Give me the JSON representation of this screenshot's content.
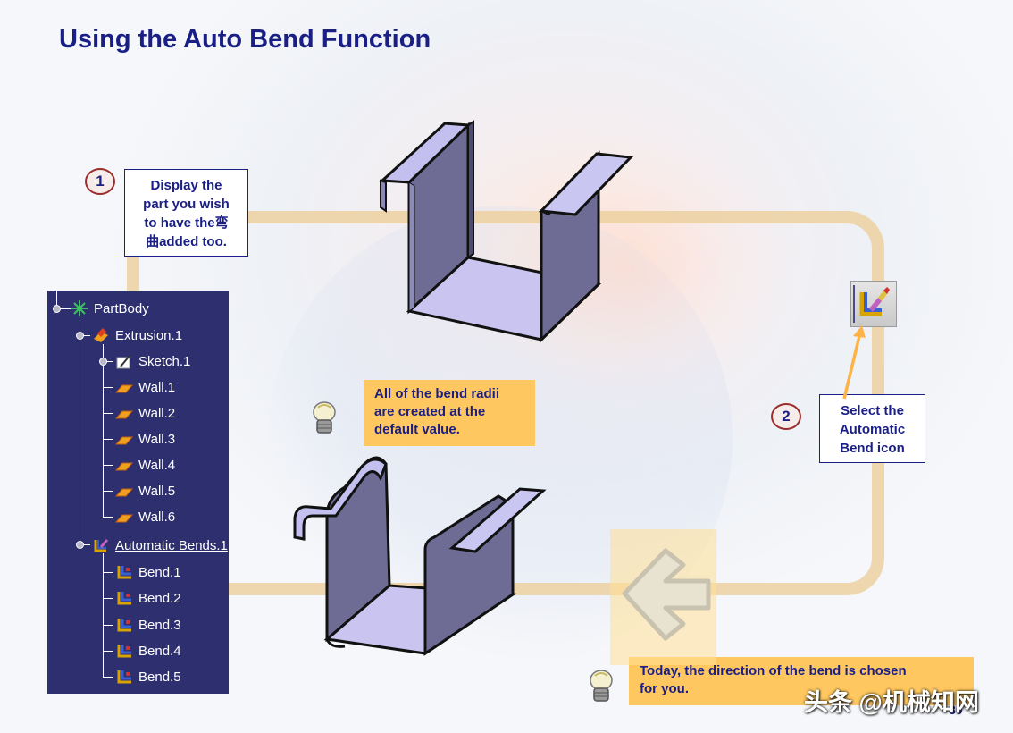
{
  "slide": {
    "title": "Using the Auto Bend Function",
    "page_number": "30",
    "watermark": "头条 @机械知网"
  },
  "steps": [
    {
      "number": "1",
      "lines": [
        "Display  the",
        "part you wish",
        "to have  the弯",
        "曲added  too."
      ]
    },
    {
      "number": "2",
      "lines": [
        "Select  the",
        "Automatic",
        "Bend icon"
      ]
    }
  ],
  "notes": {
    "radii": [
      "All  of the bend  radii",
      "are created  at the",
      "default  value."
    ],
    "direction": [
      "Today, the direction  of the bend  is chosen",
      "for you."
    ]
  },
  "tree": {
    "items": [
      {
        "label": "PartBody",
        "icon": "partbody-icon"
      },
      {
        "label": "Extrusion.1",
        "icon": "extrusion-icon"
      },
      {
        "label": "Sketch.1",
        "icon": "sketch-icon"
      },
      {
        "label": "Wall.1",
        "icon": "wall-icon"
      },
      {
        "label": "Wall.2",
        "icon": "wall-icon"
      },
      {
        "label": "Wall.3",
        "icon": "wall-icon"
      },
      {
        "label": "Wall.4",
        "icon": "wall-icon"
      },
      {
        "label": "Wall.5",
        "icon": "wall-icon"
      },
      {
        "label": "Wall.6",
        "icon": "wall-icon"
      },
      {
        "label": "Automatic Bends.1",
        "icon": "automatic-bends-icon"
      },
      {
        "label": "Bend.1",
        "icon": "bend-icon"
      },
      {
        "label": "Bend.2",
        "icon": "bend-icon"
      },
      {
        "label": "Bend.3",
        "icon": "bend-icon"
      },
      {
        "label": "Bend.4",
        "icon": "bend-icon"
      },
      {
        "label": "Bend.5",
        "icon": "bend-icon"
      }
    ]
  },
  "colors": {
    "title": "#1a1f86",
    "tree_background": "#2e2f6e",
    "note_background": "#ffc75f",
    "track": "#ecd0a0",
    "sheet_metal": "#bdb9ea"
  }
}
